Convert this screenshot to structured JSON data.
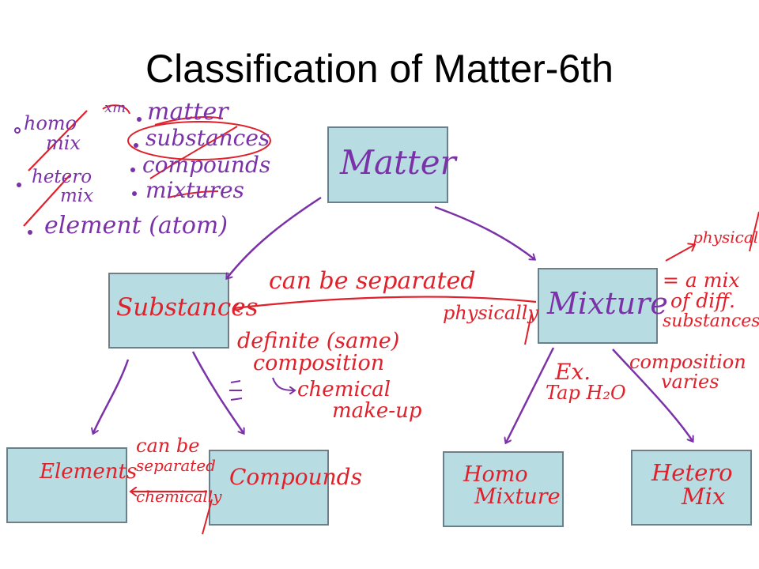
{
  "title": "Classification of Matter-6th",
  "colors": {
    "box_fill": "#b7dde3",
    "purple_ink": "#7b32a8",
    "red_ink": "#e0202a"
  },
  "boxes": {
    "matter": "Matter",
    "substances": "Substances",
    "mixture": "Mixture",
    "elements": "Elements",
    "compounds": "Compounds",
    "homo": [
      "Homo",
      "Mixture"
    ],
    "hetero": [
      "Hetero",
      "Mix"
    ]
  },
  "notes": {
    "topleft_a": [
      "homo",
      "mix"
    ],
    "topleft_b": [
      "hetero",
      "mix"
    ],
    "element_atom": "element (atom)",
    "scratch": "xm",
    "list": [
      "matter",
      "substances",
      "compounds",
      "mixtures"
    ],
    "can_be_separated": "can be separated",
    "physically": "physically",
    "definite": [
      "definite (same)",
      "composition"
    ],
    "chemical": [
      "chemical",
      "make-up"
    ],
    "elem_comp": [
      "can be",
      "separated",
      "chemically"
    ],
    "physically_right": "physically",
    "mixture_def": [
      "= a mix",
      "of diff.",
      "substances"
    ],
    "composition_varies": [
      "composition",
      "varies"
    ],
    "example": [
      "Ex.",
      "Tap H₂O"
    ]
  }
}
